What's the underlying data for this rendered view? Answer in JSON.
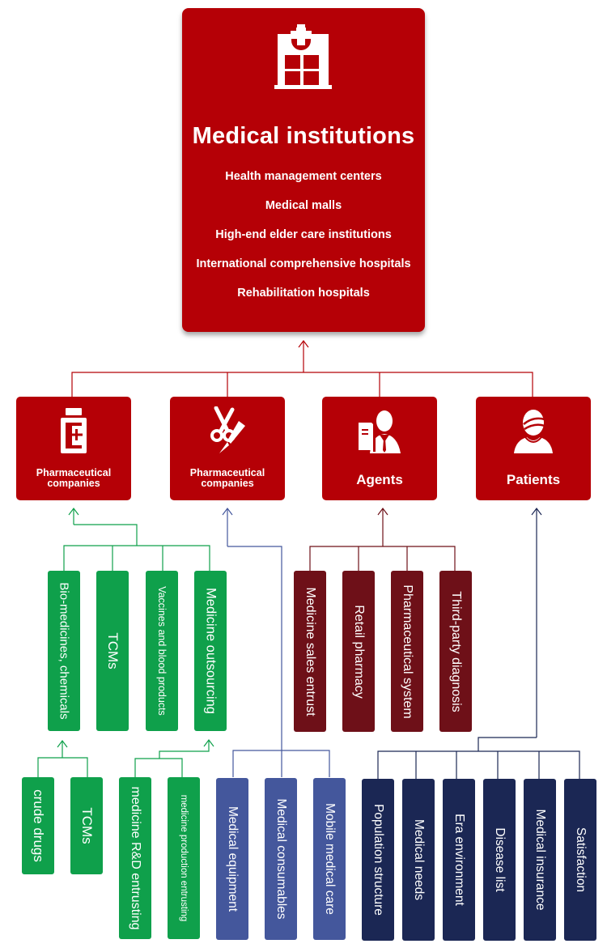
{
  "colors": {
    "primary_red": "#b50006",
    "green": "#0fa04b",
    "maroon": "#6e1018",
    "blue": "#44579c",
    "navy": "#1b2754"
  },
  "top": {
    "icon": "hospital-icon",
    "title": "Medical institutions",
    "items": [
      "Health management centers",
      "Medical malls",
      "High-end elder care institutions",
      "International comprehensive hospitals",
      "Rehabilitation hospitals"
    ]
  },
  "middle": [
    {
      "icon": "medicine-bottle-icon",
      "label_line1": "Pharmaceutical",
      "label_line2": "companies"
    },
    {
      "icon": "scissors-scalpel-icon",
      "label_line1": "Pharmaceutical",
      "label_line2": "companies"
    },
    {
      "icon": "agent-icon",
      "label": "Agents"
    },
    {
      "icon": "patient-icon",
      "label": "Patients"
    }
  ],
  "pharma_children": [
    "Bio-medicines, chemicals",
    "TCMs",
    "Vaccines and blood  products",
    "Medicine outsourcing"
  ],
  "bio_children": [
    "crude drugs",
    "TCMs"
  ],
  "outsourcing_children": [
    "medicine R&D entrusting",
    "medicine production  entrusting"
  ],
  "equipment_children": [
    "Medical equipment",
    "Medical consumables",
    "Mobile medical care"
  ],
  "agents_children": [
    "Medicine sales entrust",
    "Retail pharmacy",
    "Pharmaceutical system",
    "Third-party diagnosis"
  ],
  "patients_children": [
    "Population structure",
    "Medical needs",
    "Era environment",
    "Disease list",
    "Medical insurance",
    "Satisfaction"
  ]
}
